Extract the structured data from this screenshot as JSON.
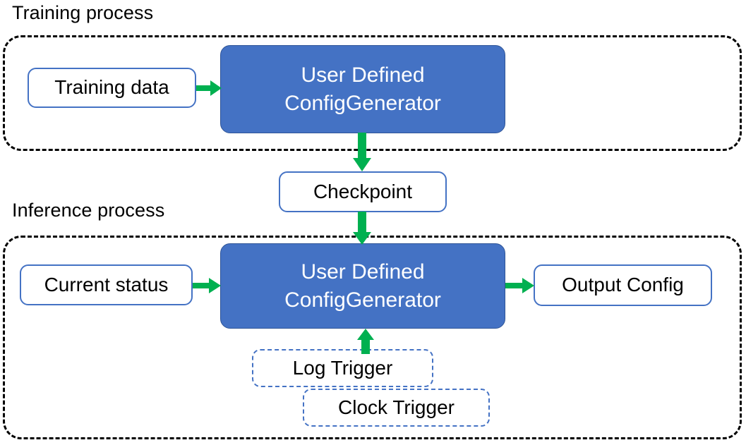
{
  "diagram": {
    "title_training": "Training process",
    "title_inference": "Inference process",
    "colors": {
      "block_fill": "#4472C4",
      "block_border": "#2F5597",
      "box_border": "#4472C4",
      "arrow_green": "#00B050",
      "container_border": "#000000",
      "text_dark": "#000000",
      "text_light": "#FFFFFF",
      "background": "#FFFFFF"
    }
  },
  "training": {
    "container_label": "Training process",
    "input_box": "Training data",
    "generator": {
      "line1": "User Defined",
      "line2": "ConfigGenerator"
    }
  },
  "bridge": {
    "checkpoint": "Checkpoint"
  },
  "inference": {
    "container_label": "Inference process",
    "input_box": "Current status",
    "generator": {
      "line1": "User Defined",
      "line2": "ConfigGenerator"
    },
    "output_box": "Output Config",
    "triggers": [
      {
        "label": "Log Trigger"
      },
      {
        "label": "Clock Trigger"
      }
    ]
  },
  "arrows": [
    {
      "name": "training-data-to-generator",
      "from": "Training data",
      "to": "User Defined ConfigGenerator",
      "direction": "right"
    },
    {
      "name": "generator-to-checkpoint",
      "from": "User Defined ConfigGenerator",
      "to": "Checkpoint",
      "direction": "down"
    },
    {
      "name": "checkpoint-to-generator",
      "from": "Checkpoint",
      "to": "User Defined ConfigGenerator",
      "direction": "down"
    },
    {
      "name": "current-status-to-generator",
      "from": "Current status",
      "to": "User Defined ConfigGenerator",
      "direction": "right"
    },
    {
      "name": "generator-to-output-config",
      "from": "User Defined ConfigGenerator",
      "to": "Output Config",
      "direction": "right"
    },
    {
      "name": "trigger-to-generator",
      "from": "Log Trigger",
      "to": "User Defined ConfigGenerator",
      "direction": "up"
    }
  ]
}
